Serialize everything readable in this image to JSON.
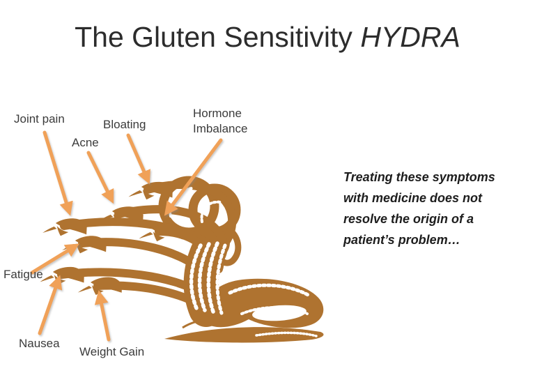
{
  "slide": {
    "title": {
      "main": "The Gluten Sensitivity",
      "emphasis": "HYDRA"
    },
    "labels": {
      "joint_pain": "Joint pain",
      "acne": "Acne",
      "bloating": "Bloating",
      "hormone_imbalance": "Hormone Imbalance",
      "fatigue": "Fatigue",
      "nausea": "Nausea",
      "weight_gain": "Weight Gain"
    },
    "note": "Treating these symptoms with medicine does not resolve the origin of a patient’s problem…",
    "illustration": "hydra-wheat-serpent",
    "colors": {
      "hydra": "#AF7330",
      "arrow": "#F0A159",
      "text": "#2c2c2c",
      "label": "#3b3b3b"
    }
  }
}
